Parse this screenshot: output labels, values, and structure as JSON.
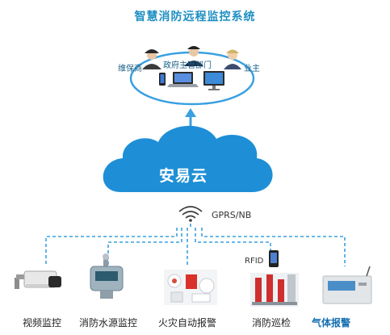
{
  "title": "智慧消防远程监控系统",
  "users": {
    "maintainer": "维保商",
    "government": "政府主管部门",
    "owner": "业主"
  },
  "cloud": {
    "label": "安易云"
  },
  "network": {
    "label": "GPRS/NB"
  },
  "rfid": {
    "label": "RFID"
  },
  "devices": [
    {
      "label": "视频监控"
    },
    {
      "label": "消防水源监控"
    },
    {
      "label": "火灾自动报警"
    },
    {
      "label": "消防巡检"
    },
    {
      "label": "气体报警"
    }
  ],
  "colors": {
    "accent": "#1d8fc2",
    "cloud": "#1e8fd6",
    "dash": "#3aa0e0"
  }
}
